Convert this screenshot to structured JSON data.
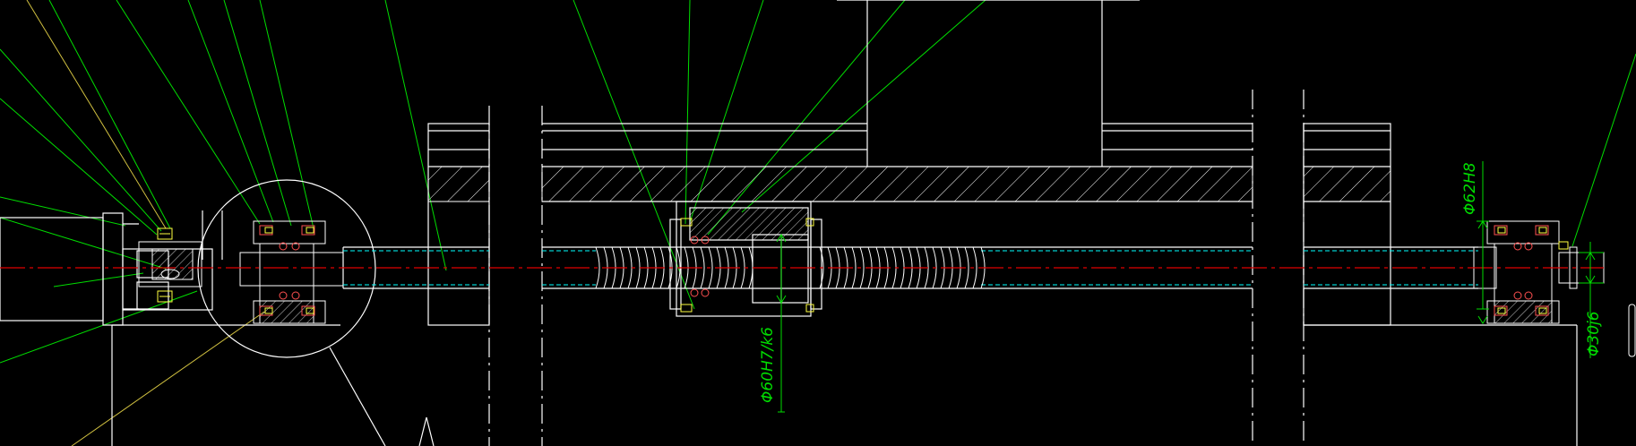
{
  "drawing": {
    "background": "#000000",
    "colors": {
      "outline": "#ffffff",
      "leader": "#00dd00",
      "centerline": "#e00000",
      "hatch": "#ffffff",
      "bearing_detail": "#ff5050",
      "bolt": "#ffff40",
      "shaft_edge": "#00ffff",
      "yellow_leader": "#d0c040"
    },
    "dimensions": {
      "nut_fit": "Φ60H7/k6",
      "bearing_bore": "Φ62H8",
      "shaft_end": "Φ30j6"
    }
  }
}
